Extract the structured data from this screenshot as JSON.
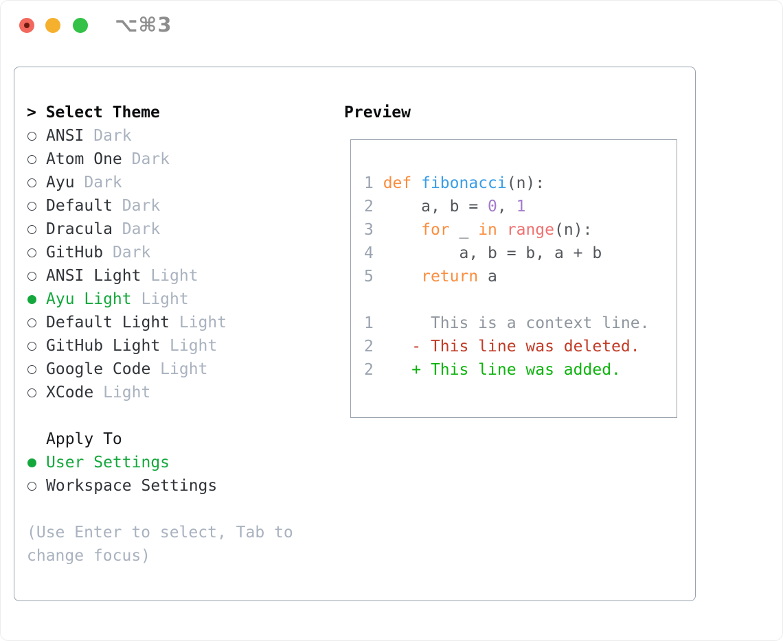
{
  "titlebar": {
    "shortcut": "⌥⌘3",
    "traffic_lights": [
      {
        "name": "close",
        "color": "#f2685c",
        "dot": "#6e1a10"
      },
      {
        "name": "minimize",
        "color": "#f5b02d"
      },
      {
        "name": "zoom",
        "color": "#33c148"
      }
    ]
  },
  "theme_selector": {
    "header": "> Select Theme",
    "themes": [
      {
        "name": "ANSI",
        "variant": "Dark",
        "selected": false
      },
      {
        "name": "Atom One",
        "variant": "Dark",
        "selected": false
      },
      {
        "name": "Ayu",
        "variant": "Dark",
        "selected": false
      },
      {
        "name": "Default",
        "variant": "Dark",
        "selected": false
      },
      {
        "name": "Dracula",
        "variant": "Dark",
        "selected": false
      },
      {
        "name": "GitHub",
        "variant": "Dark",
        "selected": false
      },
      {
        "name": "ANSI Light",
        "variant": "Light",
        "selected": false
      },
      {
        "name": "Ayu Light",
        "variant": "Light",
        "selected": true
      },
      {
        "name": "Default Light",
        "variant": "Light",
        "selected": false
      },
      {
        "name": "GitHub Light",
        "variant": "Light",
        "selected": false
      },
      {
        "name": "Google Code",
        "variant": "Light",
        "selected": false
      },
      {
        "name": "XCode",
        "variant": "Light",
        "selected": false
      }
    ],
    "apply_to": {
      "header": "Apply To",
      "options": [
        {
          "name": "User Settings",
          "selected": true
        },
        {
          "name": "Workspace Settings",
          "selected": false
        }
      ]
    },
    "hint": [
      "(Use Enter to select, Tab to",
      "change focus)"
    ]
  },
  "preview": {
    "header": "Preview",
    "lines": [
      {
        "num": "1",
        "tokens": [
          [
            "def",
            "keyword"
          ],
          [
            " ",
            "fg"
          ],
          [
            "fibonacci",
            "function"
          ],
          [
            "(n):",
            "fg"
          ]
        ]
      },
      {
        "num": "2",
        "tokens": [
          [
            "    a, b = ",
            "fg"
          ],
          [
            "0",
            "number"
          ],
          [
            ", ",
            "fg"
          ],
          [
            "1",
            "number"
          ]
        ]
      },
      {
        "num": "3",
        "tokens": [
          [
            "    ",
            "fg"
          ],
          [
            "for",
            "keyword"
          ],
          [
            " _ ",
            "fg"
          ],
          [
            "in",
            "keyword"
          ],
          [
            " ",
            "fg"
          ],
          [
            "range",
            "builtin"
          ],
          [
            "(n):",
            "fg"
          ]
        ]
      },
      {
        "num": "4",
        "tokens": [
          [
            "        a, b = b, a + b",
            "fg"
          ]
        ]
      },
      {
        "num": "5",
        "tokens": [
          [
            "    ",
            "fg"
          ],
          [
            "return",
            "keyword"
          ],
          [
            " a",
            "fg"
          ]
        ]
      },
      {
        "num": "",
        "tokens": []
      },
      {
        "num": "1",
        "tokens": [
          [
            "     This is a context line.",
            "context"
          ]
        ]
      },
      {
        "num": "2",
        "tokens": [
          [
            "   - This line was deleted.",
            "deleted"
          ]
        ]
      },
      {
        "num": "2",
        "tokens": [
          [
            "   + This line was added.",
            "added"
          ]
        ]
      }
    ]
  },
  "colors": {
    "keyword": "#fa8d3e",
    "function": "#399ee6",
    "builtin": "#f07171",
    "number": "#a37acc",
    "fg": "#53575c",
    "context": "#8f969e",
    "deleted": "#c13b26",
    "added": "#0db30d",
    "line_number": "#9aa3b0",
    "selected_green": "#14a83c",
    "text": "#303439",
    "muted": "#a9b2bf",
    "border": "#98a1ac"
  }
}
